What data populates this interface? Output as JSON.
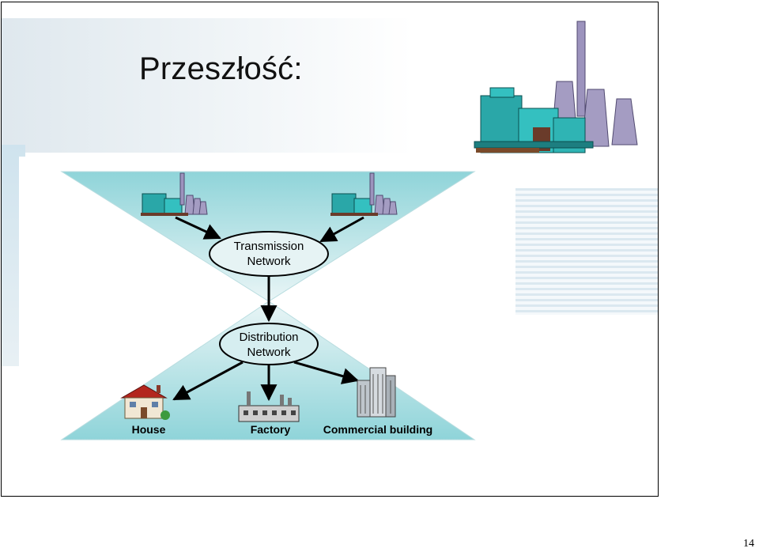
{
  "slide": {
    "title": "Przeszłość:",
    "page_number": "14"
  },
  "diagram": {
    "transmission": {
      "line1": "Transmission",
      "line2": "Network"
    },
    "distribution": {
      "line1": "Distribution",
      "line2": "Network"
    },
    "consumers": {
      "house": "House",
      "factory": "Factory",
      "commercial": "Commercial building"
    }
  },
  "colors": {
    "triangle_top": "#cfe9ec",
    "triangle_mid": "#8ed3d8",
    "plant_teal": "#33c6c6",
    "cooling_tower": "#a49cc2",
    "arrow": "#000000"
  },
  "icons": [
    "power-plant-icon",
    "house-icon",
    "factory-icon",
    "office-building-icon"
  ]
}
